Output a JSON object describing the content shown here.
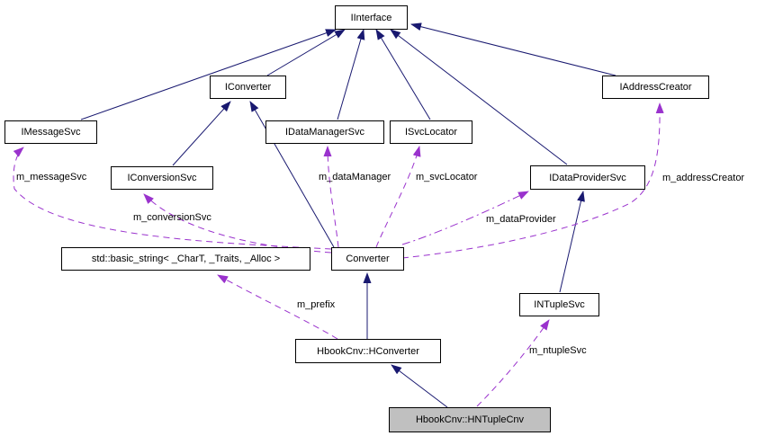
{
  "diagram": {
    "nodes": [
      {
        "id": "iinterface",
        "label": "IInterface"
      },
      {
        "id": "iconverter",
        "label": "IConverter"
      },
      {
        "id": "imessagesvc",
        "label": "IMessageSvc"
      },
      {
        "id": "idatamanagersvc",
        "label": "IDataManagerSvc"
      },
      {
        "id": "isvclocator",
        "label": "ISvcLocator"
      },
      {
        "id": "iaddresscreator",
        "label": "IAddressCreator"
      },
      {
        "id": "iconversionsvc",
        "label": "IConversionSvc"
      },
      {
        "id": "idataprovidersvc",
        "label": "IDataProviderSvc"
      },
      {
        "id": "std-basic-string",
        "label": "std::basic_string< _CharT, _Traits, _Alloc >"
      },
      {
        "id": "converter",
        "label": "Converter"
      },
      {
        "id": "intuplesvc",
        "label": "INTupleSvc"
      },
      {
        "id": "hbookcnv-hconverter",
        "label": "HbookCnv::HConverter"
      },
      {
        "id": "hbookcnv-hntuplecnv",
        "label": "HbookCnv::HNTupleCnv"
      }
    ],
    "edge_labels": [
      {
        "id": "m_messageSvc",
        "text": "m_messageSvc"
      },
      {
        "id": "m_conversionSvc",
        "text": "m_conversionSvc"
      },
      {
        "id": "m_dataManager",
        "text": "m_dataManager"
      },
      {
        "id": "m_svcLocator",
        "text": "m_svcLocator"
      },
      {
        "id": "m_dataProvider",
        "text": "m_dataProvider"
      },
      {
        "id": "m_addressCreator",
        "text": "m_addressCreator"
      },
      {
        "id": "m_prefix",
        "text": "m_prefix"
      },
      {
        "id": "m_ntupleSvc",
        "text": "m_ntupleSvc"
      }
    ],
    "edges": [
      {
        "from": "IMessageSvc",
        "to": "IInterface",
        "type": "inheritance"
      },
      {
        "from": "IConverter",
        "to": "IInterface",
        "type": "inheritance"
      },
      {
        "from": "IDataManagerSvc",
        "to": "IInterface",
        "type": "inheritance"
      },
      {
        "from": "ISvcLocator",
        "to": "IInterface",
        "type": "inheritance"
      },
      {
        "from": "IDataProviderSvc",
        "to": "IInterface",
        "type": "inheritance"
      },
      {
        "from": "IAddressCreator",
        "to": "IInterface",
        "type": "inheritance"
      },
      {
        "from": "IConversionSvc",
        "to": "IConverter",
        "type": "inheritance"
      },
      {
        "from": "Converter",
        "to": "IConverter",
        "type": "inheritance"
      },
      {
        "from": "INTupleSvc",
        "to": "IDataProviderSvc",
        "type": "inheritance"
      },
      {
        "from": "HbookCnv::HConverter",
        "to": "Converter",
        "type": "inheritance"
      },
      {
        "from": "HbookCnv::HNTupleCnv",
        "to": "HbookCnv::HConverter",
        "type": "inheritance"
      },
      {
        "from": "Converter",
        "to": "IMessageSvc",
        "type": "usage",
        "label": "m_messageSvc"
      },
      {
        "from": "Converter",
        "to": "IConversionSvc",
        "type": "usage",
        "label": "m_conversionSvc"
      },
      {
        "from": "Converter",
        "to": "IDataManagerSvc",
        "type": "usage",
        "label": "m_dataManager"
      },
      {
        "from": "Converter",
        "to": "ISvcLocator",
        "type": "usage",
        "label": "m_svcLocator"
      },
      {
        "from": "Converter",
        "to": "IDataProviderSvc",
        "type": "usage",
        "label": "m_dataProvider"
      },
      {
        "from": "Converter",
        "to": "IAddressCreator",
        "type": "usage",
        "label": "m_addressCreator"
      },
      {
        "from": "HbookCnv::HConverter",
        "to": "std::basic_string< _CharT, _Traits, _Alloc >",
        "type": "usage",
        "label": "m_prefix"
      },
      {
        "from": "HbookCnv::HNTupleCnv",
        "to": "INTupleSvc",
        "type": "usage",
        "label": "m_ntupleSvc"
      }
    ],
    "colors": {
      "inheritance_edge": "#191970",
      "usage_edge": "#9a32cd",
      "node_background": "#ffffff",
      "node_border": "#000000",
      "current_node_background": "#c0c0c0",
      "text": "#000000"
    }
  }
}
